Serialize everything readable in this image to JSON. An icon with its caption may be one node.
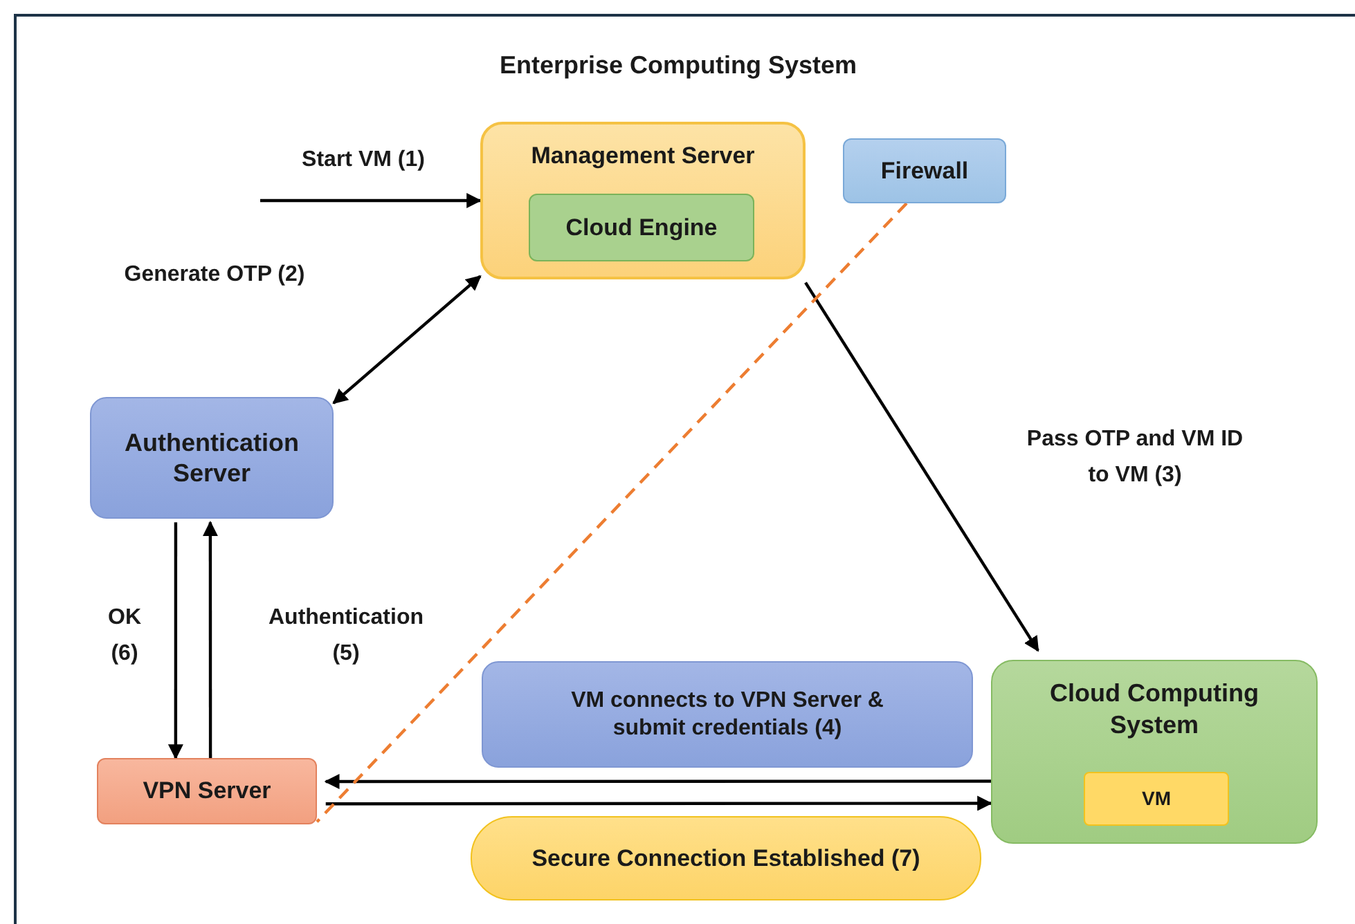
{
  "diagram": {
    "title": "Enterprise Computing System",
    "nodes": [
      {
        "text": [
          "Management Server"
        ]
      },
      {
        "text": [
          "Cloud Engine"
        ],
        "in": 0
      },
      {
        "text": [
          "Firewall"
        ]
      },
      {
        "text": [
          "Authentication Server"
        ]
      },
      {
        "text": [
          "VPN Server"
        ]
      },
      {
        "text": [
          "Cloud Computing System"
        ]
      },
      {
        "text": [
          "VM"
        ],
        "in": 5
      },
      {
        "text": [
          "VM connects to VPN Server & submit credentials (4)"
        ]
      },
      {
        "text": [
          "Secure Connection Established (7)"
        ]
      }
    ],
    "edges": [
      {
        "from": null,
        "to": 0,
        "arrow": "to",
        "label": "Start VM (1)"
      },
      {
        "from": 3,
        "to": 0,
        "arrow": "both",
        "label": "Generate OTP (2)"
      },
      {
        "from": 0,
        "to": 5,
        "arrow": "to",
        "label": "Pass OTP and VM ID to VM (3)"
      },
      {
        "from": 3,
        "to": 4,
        "arrow": "to",
        "label": "OK (6)"
      },
      {
        "from": 4,
        "to": 3,
        "arrow": "to",
        "label": "Authentication (5)"
      },
      {
        "from": 5,
        "to": 4,
        "arrow": "to"
      },
      {
        "from": 4,
        "to": 5,
        "arrow": "to"
      },
      {
        "from": 2,
        "to": 4,
        "arrow": "none",
        "style": "dashed",
        "color": "#ed7d31"
      }
    ]
  }
}
